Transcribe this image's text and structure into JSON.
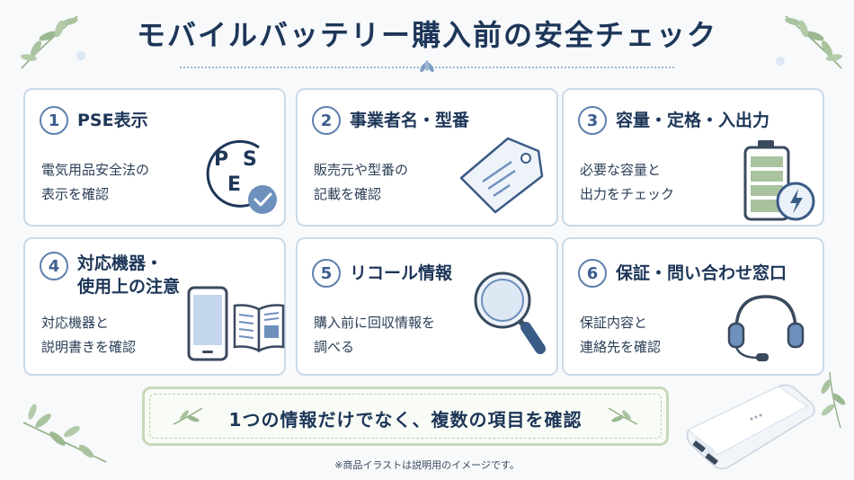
{
  "title": "モバイルバッテリー購入前の安全チェック",
  "cards": [
    {
      "num": "1",
      "title": "PSE表示",
      "desc": [
        "電気用品安全法の",
        "表示を確認"
      ],
      "illus_text": [
        "P",
        "S",
        "E"
      ]
    },
    {
      "num": "2",
      "title": "事業者名・型番",
      "desc": [
        "販売元や型番の",
        "記載を確認"
      ]
    },
    {
      "num": "3",
      "title": "容量・定格・入出力",
      "desc": [
        "必要な容量と",
        "出力をチェック"
      ]
    },
    {
      "num": "4",
      "title": [
        "対応機器・",
        "使用上の注意"
      ],
      "desc": [
        "対応機器と",
        "説明書きを確認"
      ]
    },
    {
      "num": "5",
      "title": "リコール情報",
      "desc": [
        "購入前に回収情報を",
        "調べる"
      ]
    },
    {
      "num": "6",
      "title": "保証・問い合わせ窓口",
      "desc": [
        "保証内容と",
        "連絡先を確認"
      ]
    }
  ],
  "banner": "1つの情報だけでなく、複数の項目を確認",
  "note": "※商品イラストは説明用のイメージです。",
  "colors": {
    "navy": "#1d3658",
    "accent": "#5d80ad",
    "card_border": "#c9d9ea",
    "banner_border": "#c7d8bb",
    "leaf": "#8fae84"
  },
  "icons": [
    "pse-mark-icon",
    "tag-icon",
    "battery-charging-icon",
    "smartphone-icon",
    "manual-book-icon",
    "magnifier-icon",
    "headset-icon",
    "leaf-icon",
    "power-bank-illustration"
  ]
}
